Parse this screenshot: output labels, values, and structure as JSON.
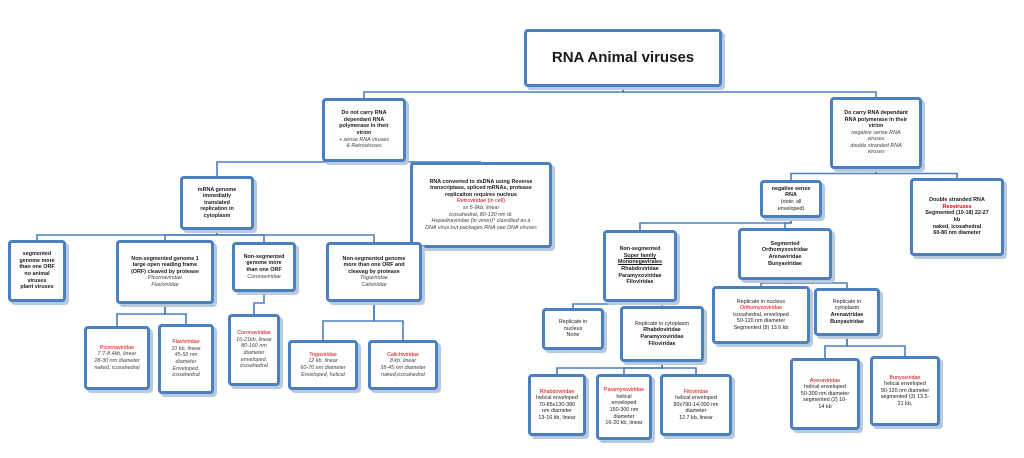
{
  "diagram": {
    "nodes": [
      {
        "id": "root",
        "lines": [
          {
            "t": "RNA Animal viruses",
            "s": "big"
          }
        ]
      },
      {
        "id": "no-rdrp",
        "lines": [
          {
            "t": "Do not carry RNA",
            "s": "b"
          },
          {
            "t": "dependant RNA",
            "s": "b"
          },
          {
            "t": "polymerase in their",
            "s": "b"
          },
          {
            "t": "virion",
            "s": "b"
          },
          {
            "t": "+ sense RNA viruses",
            "s": "i"
          },
          {
            "t": "& Retroviruses",
            "s": "i"
          }
        ]
      },
      {
        "id": "rdrp",
        "lines": [
          {
            "t": "Do carry RNA dependant",
            "s": "b"
          },
          {
            "t": "RNA polymerase in their",
            "s": "b"
          },
          {
            "t": "virion",
            "s": "b"
          },
          {
            "t": "negative sense RNA",
            "s": "i"
          },
          {
            "t": "viruses",
            "s": "i"
          },
          {
            "t": "double stranded RNA",
            "s": "i"
          },
          {
            "t": "viruses",
            "s": "i"
          }
        ]
      },
      {
        "id": "mrna-genome",
        "lines": [
          {
            "t": "mRNA genome",
            "s": "b"
          },
          {
            "t": "immediatly",
            "s": "b"
          },
          {
            "t": "translated",
            "s": "b"
          },
          {
            "t": "replication in",
            "s": "b"
          },
          {
            "t": "cytoplasm",
            "s": "b"
          }
        ]
      },
      {
        "id": "retro",
        "lines": [
          {
            "t": "RNA converted to dsDNA using Reverse",
            "s": "b"
          },
          {
            "t": "transcriptase, spliced mRNAs, protease",
            "s": "b"
          },
          {
            "t": "replicaiton requires nucleus",
            "s": "b"
          },
          {
            "t": "Retroviridae (in cell)",
            "s": "r"
          },
          {
            "t": "ss 5-9kb, linear",
            "s": "i"
          },
          {
            "t": "icosahedral, 80-130 nm di.",
            "s": "i"
          },
          {
            "t": "Hepadnaviridae (in virion)* classified as a",
            "s": "i"
          },
          {
            "t": "DNA virus but packages RNA see DNA viruses",
            "s": "i"
          }
        ]
      },
      {
        "id": "segmented-plant",
        "lines": [
          {
            "t": "segmented",
            "s": "b"
          },
          {
            "t": "genome more",
            "s": "b"
          },
          {
            "t": "than one ORF",
            "s": "b"
          },
          {
            "t": "no animal",
            "s": "b"
          },
          {
            "t": "viruses",
            "s": "b"
          },
          {
            "t": "plant viruses",
            "s": "b"
          }
        ]
      },
      {
        "id": "nonseg-one-orf",
        "lines": [
          {
            "t": "Non-segmented genome 1",
            "s": "b"
          },
          {
            "t": "large open reading frame",
            "s": "b"
          },
          {
            "t": "(ORF) cleaved by protease",
            "s": "b"
          },
          {
            "t": "Picornaviridae",
            "s": "i"
          },
          {
            "t": "Flaviviridae",
            "s": "i"
          }
        ]
      },
      {
        "id": "nonseg-more-orf",
        "lines": [
          {
            "t": "Non-segmented",
            "s": "b"
          },
          {
            "t": "genome more",
            "s": "b"
          },
          {
            "t": "than one ORF",
            "s": "b"
          },
          {
            "t": "Coronaviridae",
            "s": "i"
          }
        ]
      },
      {
        "id": "nonseg-cleavage",
        "lines": [
          {
            "t": "Non-segmented genome",
            "s": "b"
          },
          {
            "t": "more than one ORF and",
            "s": "b"
          },
          {
            "t": "cleavag by protease",
            "s": "b"
          },
          {
            "t": "Togaviridae",
            "s": "i"
          },
          {
            "t": "Caliviridae",
            "s": "i"
          }
        ]
      },
      {
        "id": "picorna",
        "lines": [
          {
            "t": "Picornaviridae",
            "s": "r"
          },
          {
            "t": "7.7-8.4kb, linear",
            "s": "i"
          },
          {
            "t": "28-30 nm diameter",
            "s": "i"
          },
          {
            "t": "naked, icosahedral",
            "s": "i"
          }
        ]
      },
      {
        "id": "flavi",
        "lines": [
          {
            "t": "Flaviviridae",
            "s": "r"
          },
          {
            "t": "10 kb, linear",
            "s": "i"
          },
          {
            "t": "45-50 nm",
            "s": "i"
          },
          {
            "t": "diameter",
            "s": "i"
          },
          {
            "t": "Enveloped,",
            "s": "i"
          },
          {
            "t": "icosahedral",
            "s": "i"
          }
        ]
      },
      {
        "id": "corona",
        "lines": [
          {
            "t": "Coronaviridae",
            "s": "r"
          },
          {
            "t": "16-21kb, linear",
            "s": "i"
          },
          {
            "t": "80-160 nm",
            "s": "i"
          },
          {
            "t": "diameter",
            "s": "i"
          },
          {
            "t": "enveloped,",
            "s": "i"
          },
          {
            "t": "icosahedral",
            "s": "i"
          }
        ]
      },
      {
        "id": "toga",
        "lines": [
          {
            "t": "Togaviridae",
            "s": "r"
          },
          {
            "t": "12 kb, linear",
            "s": "i"
          },
          {
            "t": "60-70 nm diameter",
            "s": "i"
          },
          {
            "t": "Enveloped, helical",
            "s": "i"
          }
        ]
      },
      {
        "id": "calici",
        "lines": [
          {
            "t": "Calichiviridae",
            "s": "r"
          },
          {
            "t": "8 kb, linear",
            "s": "i"
          },
          {
            "t": "35-45 nm diameter",
            "s": "i"
          },
          {
            "t": "naked,icosahedral",
            "s": "i"
          }
        ]
      },
      {
        "id": "negative-sense",
        "lines": [
          {
            "t": "negative sense",
            "s": "b"
          },
          {
            "t": "RNA",
            "s": "b"
          },
          {
            "t": "(note: all",
            "s": ""
          },
          {
            "t": "enveloped)",
            "s": ""
          }
        ]
      },
      {
        "id": "double-stranded",
        "lines": [
          {
            "t": "Double stranded RNA",
            "s": "b"
          },
          {
            "t": "Reoviruses",
            "s": "r b"
          },
          {
            "t": "Segmented (10-18) 22-27",
            "s": "b"
          },
          {
            "t": "kb",
            "s": "b"
          },
          {
            "t": "naked, icosahedral",
            "s": "b"
          },
          {
            "t": "60-80 nm diameter",
            "s": "b"
          }
        ]
      },
      {
        "id": "nonsegmented-neg",
        "lines": [
          {
            "t": "Non-segmented",
            "s": "b"
          },
          {
            "t": "Super family",
            "s": "b u"
          },
          {
            "t": "Mononegavirales",
            "s": "b u"
          },
          {
            "t": "Rhabdoviridae",
            "s": "b"
          },
          {
            "t": "Paramyxoviridae",
            "s": "b"
          },
          {
            "t": "Filoviridae",
            "s": "b"
          }
        ]
      },
      {
        "id": "segmented-neg",
        "lines": [
          {
            "t": "Segmented",
            "s": "b"
          },
          {
            "t": "Orthomyxoviridae",
            "s": "b"
          },
          {
            "t": "Arenaviridae",
            "s": "b"
          },
          {
            "t": "Bunyaviridae",
            "s": "b"
          }
        ]
      },
      {
        "id": "replicate-nucleus",
        "lines": [
          {
            "t": "Replicate in",
            "s": ""
          },
          {
            "t": "nucleus",
            "s": ""
          },
          {
            "t": "None",
            "s": ""
          }
        ]
      },
      {
        "id": "replicate-cytoplasm",
        "lines": [
          {
            "t": "Replicate in cytoplasm",
            "s": ""
          },
          {
            "t": "Rhabdoviridae",
            "s": "b"
          },
          {
            "t": "Paramyxoviridae",
            "s": "b"
          },
          {
            "t": "Filoviridae",
            "s": "b"
          }
        ]
      },
      {
        "id": "orthomyxo",
        "lines": [
          {
            "t": "Replicate in nucleus",
            "s": ""
          },
          {
            "t": "Orthomyxoviridae",
            "s": "r"
          },
          {
            "t": "icosahedral, enveloped",
            "s": ""
          },
          {
            "t": "50-120 nm diameter",
            "s": ""
          },
          {
            "t": "Segmented (8) 13.6 kb",
            "s": ""
          }
        ]
      },
      {
        "id": "replicate-cyto-seg",
        "lines": [
          {
            "t": "Replicate in",
            "s": ""
          },
          {
            "t": "cytoplasm",
            "s": ""
          },
          {
            "t": "Arenaviridae",
            "s": "b"
          },
          {
            "t": "Bunyaviridae",
            "s": "b"
          }
        ]
      },
      {
        "id": "rhabdo",
        "lines": [
          {
            "t": "Rhabdoviridae",
            "s": "r"
          },
          {
            "t": "helical enveloped",
            "s": ""
          },
          {
            "t": "70-85x130-380",
            "s": ""
          },
          {
            "t": "nm diameter",
            "s": ""
          },
          {
            "t": "13-16 kb, linear",
            "s": ""
          }
        ]
      },
      {
        "id": "paramyxo",
        "lines": [
          {
            "t": "Paramyxoviridae",
            "s": "r"
          },
          {
            "t": "helical",
            "s": ""
          },
          {
            "t": "enveloped",
            "s": ""
          },
          {
            "t": "150-300 nm",
            "s": ""
          },
          {
            "t": "diameter",
            "s": ""
          },
          {
            "t": "16-20 kb, linear",
            "s": ""
          }
        ]
      },
      {
        "id": "filo",
        "lines": [
          {
            "t": "Filoviridae",
            "s": "r"
          },
          {
            "t": "helical enveloped",
            "s": ""
          },
          {
            "t": "80x790-14,000 nm",
            "s": ""
          },
          {
            "t": "diameter",
            "s": ""
          },
          {
            "t": "12.7 kb, linear",
            "s": ""
          }
        ]
      },
      {
        "id": "arena",
        "lines": [
          {
            "t": "Arenaviridae",
            "s": "r"
          },
          {
            "t": "helical enveloped",
            "s": ""
          },
          {
            "t": "50-300 nm diameter",
            "s": ""
          },
          {
            "t": "segmented (2) 10-",
            "s": ""
          },
          {
            "t": "14 kb",
            "s": ""
          }
        ]
      },
      {
        "id": "bunya",
        "lines": [
          {
            "t": "Bunyaviridae",
            "s": "r"
          },
          {
            "t": "helical enveloped",
            "s": ""
          },
          {
            "t": "90-120 nm diameter",
            "s": ""
          },
          {
            "t": "segmented (3) 13.5-",
            "s": ""
          },
          {
            "t": "21 kb,",
            "s": ""
          }
        ]
      }
    ],
    "edges": [
      [
        "root",
        "no-rdrp"
      ],
      [
        "root",
        "rdrp"
      ],
      [
        "no-rdrp",
        "mrna-genome"
      ],
      [
        "no-rdrp",
        "retro"
      ],
      [
        "mrna-genome",
        "segmented-plant"
      ],
      [
        "mrna-genome",
        "nonseg-one-orf"
      ],
      [
        "mrna-genome",
        "nonseg-more-orf"
      ],
      [
        "mrna-genome",
        "nonseg-cleavage"
      ],
      [
        "nonseg-one-orf",
        "picorna"
      ],
      [
        "nonseg-one-orf",
        "flavi"
      ],
      [
        "nonseg-more-orf",
        "corona"
      ],
      [
        "nonseg-cleavage",
        "toga"
      ],
      [
        "nonseg-cleavage",
        "calici"
      ],
      [
        "rdrp",
        "negative-sense"
      ],
      [
        "rdrp",
        "double-stranded"
      ],
      [
        "negative-sense",
        "nonsegmented-neg"
      ],
      [
        "negative-sense",
        "segmented-neg"
      ],
      [
        "nonsegmented-neg",
        "replicate-nucleus"
      ],
      [
        "nonsegmented-neg",
        "replicate-cytoplasm"
      ],
      [
        "segmented-neg",
        "orthomyxo"
      ],
      [
        "segmented-neg",
        "replicate-cyto-seg"
      ],
      [
        "replicate-cytoplasm",
        "rhabdo"
      ],
      [
        "replicate-cytoplasm",
        "paramyxo"
      ],
      [
        "replicate-cytoplasm",
        "filo"
      ],
      [
        "replicate-cyto-seg",
        "arena"
      ],
      [
        "replicate-cyto-seg",
        "bunya"
      ]
    ],
    "colors": {
      "border": "#4a7fc0",
      "line": "#4a7fc0",
      "family_name": "#e00000"
    }
  }
}
